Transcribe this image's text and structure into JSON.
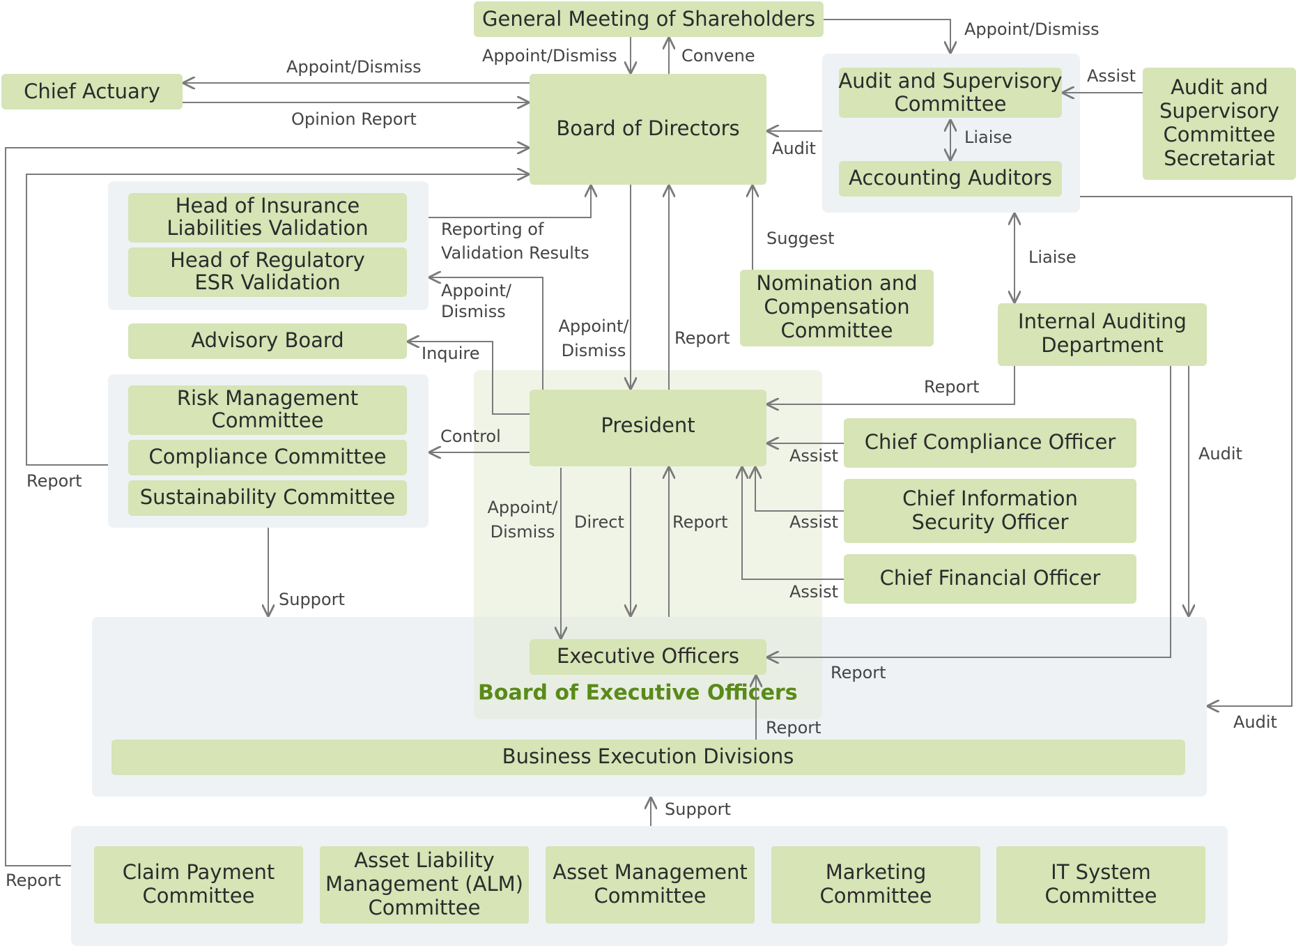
{
  "title": "",
  "boxes": {
    "gms": "General Meeting of Shareholders",
    "chief_actuary": "Chief Actuary",
    "board": "Board of Directors",
    "asc": [
      "Audit and Supervisory",
      "Committee"
    ],
    "acc_auditors": "Accounting Auditors",
    "asc_secretariat": [
      "Audit and",
      "Supervisory",
      "Committee",
      "Secretariat"
    ],
    "head_ins": [
      "Head of Insurance",
      "Liabilities Validation"
    ],
    "head_esr": [
      "Head of Regulatory",
      "ESR Validation"
    ],
    "advisory": "Advisory Board",
    "risk": [
      "Risk Management",
      "Committee"
    ],
    "compliance": "Compliance Committee",
    "sustain": "Sustainability Committee",
    "nomination": [
      "Nomination and",
      "Compensation",
      "Committee"
    ],
    "internal_audit": [
      "Internal Auditing",
      "Department"
    ],
    "president": "President",
    "cco": "Chief Compliance Officer",
    "ciso": [
      "Chief Information",
      "Security Officer"
    ],
    "cfo": "Chief Financial Officer",
    "exec_officers": "Executive Officers",
    "board_exec": "Board of Executive Officers",
    "biz_exec": "Business Execution Divisions",
    "claim": [
      "Claim Payment",
      "Committee"
    ],
    "alm": [
      "Asset Liability",
      "Management (ALM)",
      "Committee"
    ],
    "asset_mgmt": [
      "Asset Management",
      "Committee"
    ],
    "marketing": [
      "Marketing",
      "Committee"
    ],
    "it_system": [
      "IT System",
      "Committee"
    ]
  },
  "labels": {
    "appoint_dismiss": "Appoint/Dismiss",
    "appoint_slash": "Appoint/",
    "dismiss": "Dismiss",
    "convene": "Convene",
    "opinion_report": "Opinion Report",
    "assist": "Assist",
    "liaise": "Liaise",
    "audit": "Audit",
    "reporting_of": "Reporting of",
    "validation_results": "Validation Results",
    "suggest": "Suggest",
    "report": "Report",
    "inquire": "Inquire",
    "control": "Control",
    "direct": "Direct",
    "support": "Support"
  },
  "colors": {
    "box": "#d6e4b6",
    "panel": "#eef2f5",
    "exec_panel": "#e3ebd3",
    "line": "#7a7a7a",
    "accent_text": "#5a8a1a"
  }
}
